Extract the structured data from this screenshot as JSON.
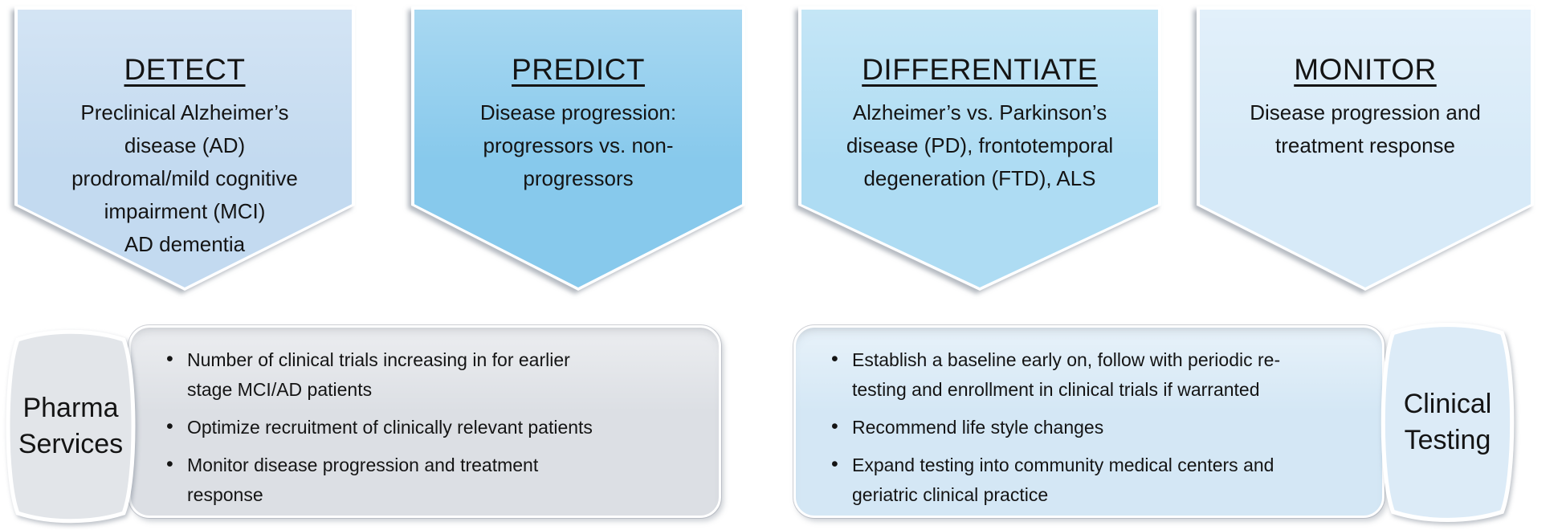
{
  "banners": [
    {
      "title": "DETECT",
      "body": "Preclinical Alzheimer’s\ndisease (AD)\nprodromal/mild cognitive\nimpairment (MCI)\nAD dementia",
      "fill": "#c3daf0"
    },
    {
      "title": "PREDICT",
      "body": "Disease progression:\nprogressors vs. non-\nprogressors",
      "fill": "#87c9ec"
    },
    {
      "title": "DIFFERENTIATE",
      "body": "Alzheimer’s vs. Parkinson’s\ndisease (PD), frontotemporal\ndegeneration (FTD), ALS",
      "fill": "#aedcf3"
    },
    {
      "title": "MONITOR",
      "body": "Disease progression and\ntreatment response",
      "fill": "#d7eaf8"
    }
  ],
  "pharma_services": {
    "label": "Pharma\nServices",
    "shape_fill": "#e2e5e9",
    "panel_fill": "#dcdfe4",
    "bullets": [
      "Number of clinical trials increasing in for earlier\nstage MCI/AD patients",
      "Optimize recruitment of clinically relevant patients",
      "Monitor disease progression and treatment\nresponse"
    ]
  },
  "clinical_testing": {
    "label": "Clinical\nTesting",
    "shape_fill": "#dcebf7",
    "panel_fill": "#d4e7f5",
    "bullets": [
      "Establish a baseline early on, follow with periodic re-\ntesting and enrollment in clinical trials if warranted",
      "Recommend life style changes",
      "Expand testing into community medical centers and\ngeriatric clinical practice"
    ]
  }
}
